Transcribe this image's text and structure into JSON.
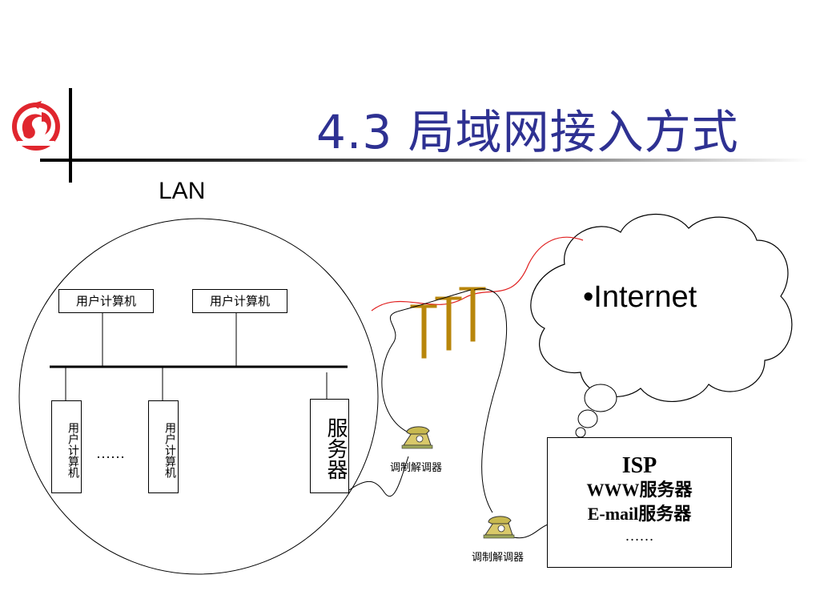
{
  "title": "4.3 局域网接入方式",
  "lan_label": "LAN",
  "lan": {
    "top_computers": [
      "用户计算机",
      "用户计算机"
    ],
    "bottom_computers": [
      "用户计算机",
      "用户计算机"
    ],
    "ellipsis": "……",
    "server": "服务器"
  },
  "modems": [
    "调制解调器",
    "调制解调器"
  ],
  "cloud_label": "•Internet",
  "isp": {
    "title": "ISP",
    "line1": "WWW服务器",
    "line2": "E-mail服务器",
    "ellipsis": "……"
  },
  "colors": {
    "title": "#2e3192",
    "logo": "#e0262e",
    "poles": "#b8860b",
    "signal_line": "#e02020"
  }
}
